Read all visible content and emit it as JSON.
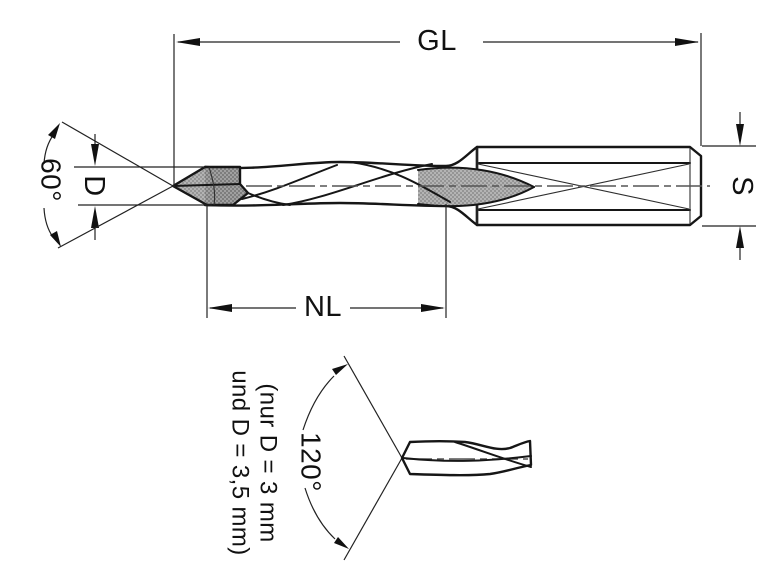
{
  "labels": {
    "gl": "GL",
    "nl": "NL",
    "d": "D",
    "s": "S",
    "angle_60": "60°",
    "angle_120": "120°",
    "note_line1": "(nur D = 3 mm",
    "note_line2": "und D = 3,5 mm)"
  },
  "colors": {
    "background": "#ffffff",
    "line": "#161616",
    "body_light_fill": "#dcdcdc",
    "body_mid_fill": "#b6b6b6",
    "body_dark_fill": "#a2a2a2"
  }
}
